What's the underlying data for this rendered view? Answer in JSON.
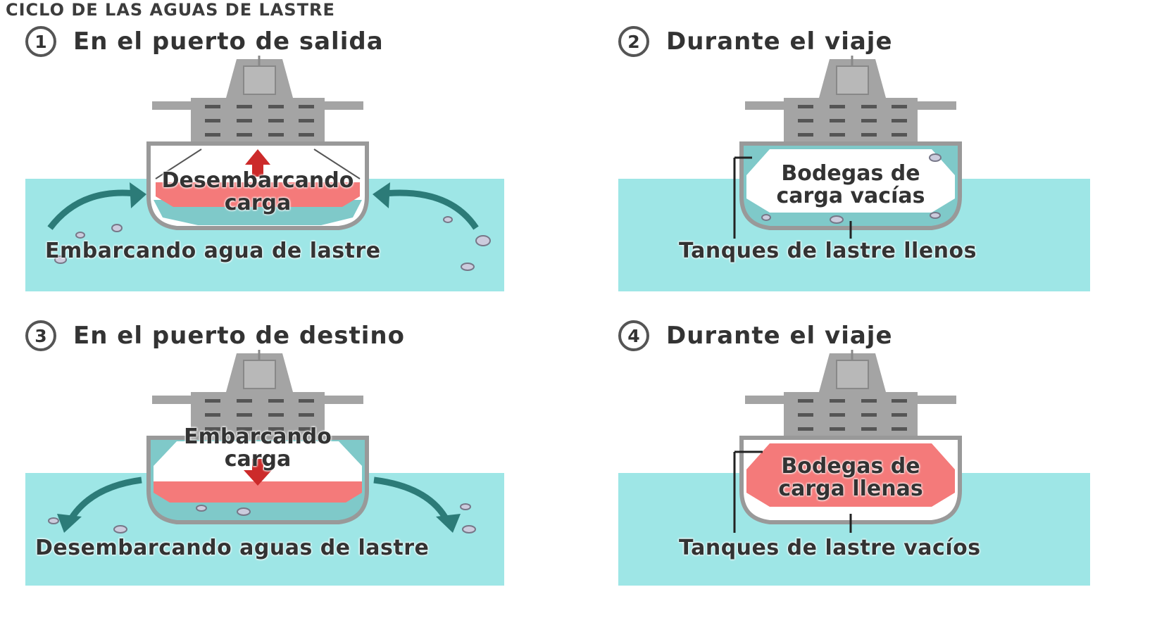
{
  "title": "CICLO DE LAS AGUAS DE LASTRE",
  "panels": [
    {
      "number": "1",
      "title": "En el puerto de salida",
      "ship_label": [
        "Desembarcando",
        "carga"
      ],
      "bottom_label": "Embarcando agua de lastre"
    },
    {
      "number": "2",
      "title": "Durante el viaje",
      "ship_label": [
        "Bodegas de",
        "carga vacías"
      ],
      "bottom_label": "Tanques de lastre llenos"
    },
    {
      "number": "3",
      "title": "En el puerto de destino",
      "ship_label": [
        "Embarcando",
        "carga"
      ],
      "bottom_label": "Desembarcando aguas de lastre"
    },
    {
      "number": "4",
      "title": "Durante el viaje",
      "ship_label": [
        "Bodegas de",
        "carga llenas"
      ],
      "bottom_label": "Tanques de lastre vacíos"
    }
  ],
  "colors": {
    "sea": "#9ee6e6",
    "sea_dark": "#7fd3d3",
    "ballast": "#7fc9c9",
    "cargo": "#f47a7a",
    "ship": "#a4a4a4",
    "arrow_teal": "#2c7b78",
    "arrow_red": "#cc2a2a"
  }
}
